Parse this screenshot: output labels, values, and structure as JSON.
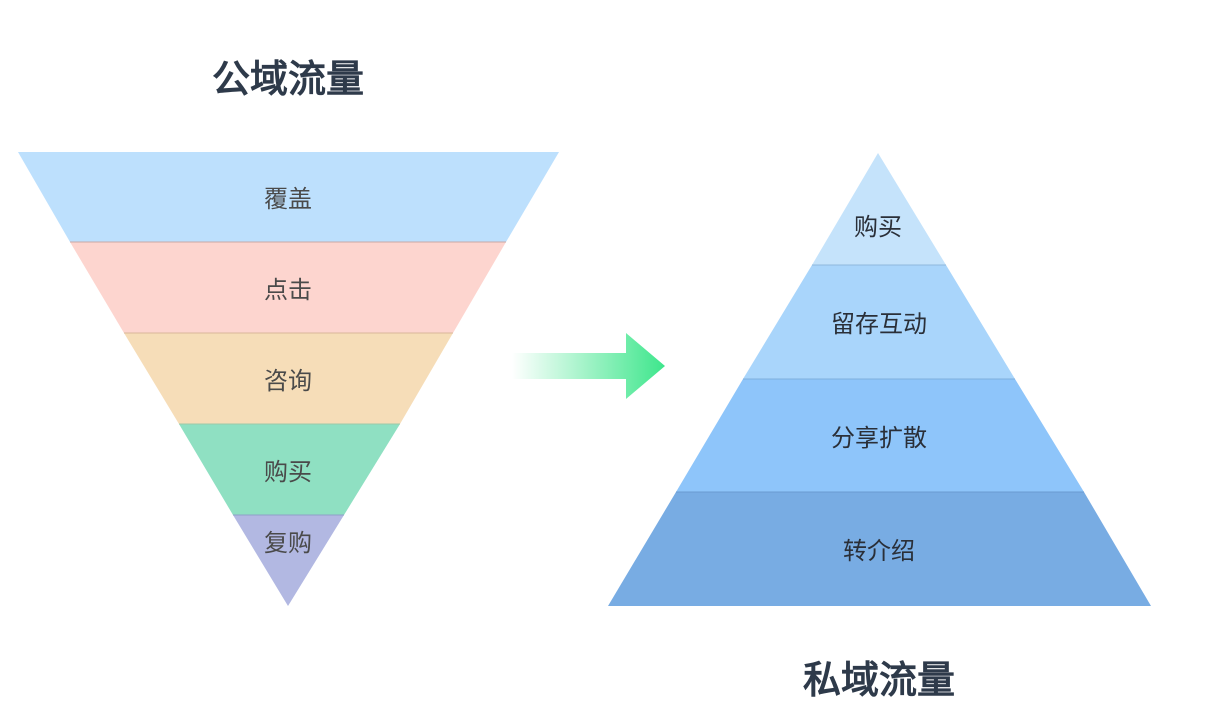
{
  "public_traffic": {
    "title": "公域流量",
    "layers": [
      {
        "label": "覆盖",
        "color": "#bde0fd"
      },
      {
        "label": "点击",
        "color": "#fdd5cf"
      },
      {
        "label": "咨询",
        "color": "#f6ddb8"
      },
      {
        "label": "购买",
        "color": "#8fe0c2"
      },
      {
        "label": "复购",
        "color": "#b2b8e2"
      }
    ]
  },
  "private_traffic": {
    "title": "私域流量",
    "layers": [
      {
        "label": "购买",
        "color": "#c5e3fb"
      },
      {
        "label": "留存互动",
        "color": "#a9d5fb"
      },
      {
        "label": "分享扩散",
        "color": "#8ec5fa"
      },
      {
        "label": "转介绍",
        "color": "#78ace3"
      }
    ]
  },
  "arrow": {
    "color": "#3ee68c"
  }
}
